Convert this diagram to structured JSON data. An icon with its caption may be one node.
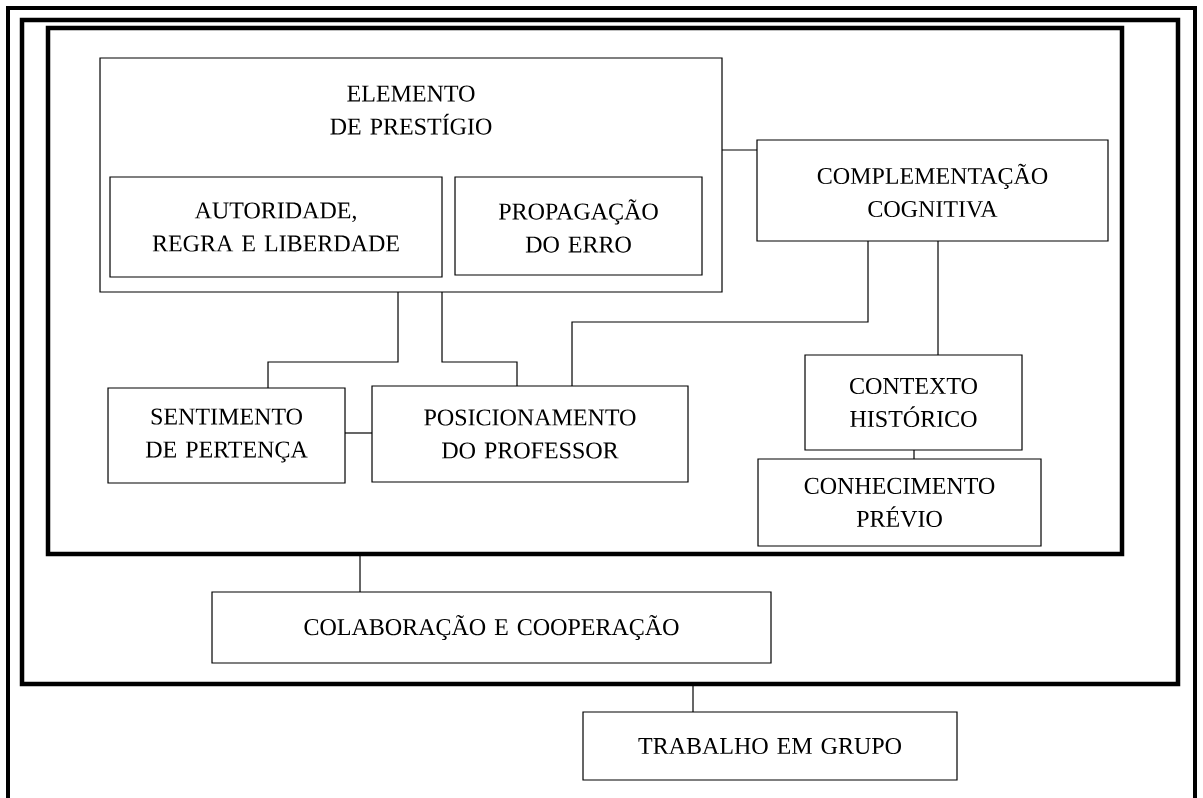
{
  "diagram": {
    "nodes": [
      {
        "text": [],
        "shape": "box"
      },
      {
        "text": [],
        "shape": "box",
        "in": 0
      },
      {
        "text": [
          "ELEMENTO DE PRESTÍGIO"
        ],
        "in": 1
      },
      {
        "text": [
          "AUTORIDADE, REGRA E LIBERDADE"
        ],
        "in": 2
      },
      {
        "text": [
          "PROPAGAÇÃO DO ERRO"
        ],
        "in": 2
      },
      {
        "text": [
          "COMPLEMENTAÇÃO COGNITIVA"
        ],
        "in": 1
      },
      {
        "text": [
          "SENTIMENTO DE PERTENÇA"
        ],
        "in": 1
      },
      {
        "text": [
          "POSICIONAMENTO DO PROFESSOR"
        ],
        "in": 1
      },
      {
        "text": [
          "CONTEXTO HISTÓRICO"
        ],
        "in": 1
      },
      {
        "text": [
          "CONHECIMENTO PRÉVIO"
        ],
        "in": 1
      },
      {
        "text": [
          "COLABORAÇÃO E COOPERAÇÃO"
        ],
        "in": 0
      },
      {
        "text": [
          "TRABALHO EM GRUPO"
        ]
      }
    ],
    "edges": [
      {
        "from": 2,
        "to": 5,
        "arrow": "none"
      },
      {
        "from": 2,
        "to": 6,
        "arrow": "none"
      },
      {
        "from": 2,
        "to": 7,
        "arrow": "none"
      },
      {
        "from": 5,
        "to": 7,
        "arrow": "none"
      },
      {
        "from": 5,
        "to": 8,
        "arrow": "none"
      },
      {
        "from": 6,
        "to": 7,
        "arrow": "none"
      },
      {
        "from": 8,
        "to": 9,
        "arrow": "none"
      },
      {
        "from": 1,
        "to": 10,
        "arrow": "none"
      },
      {
        "from": 0,
        "to": 11,
        "arrow": "none"
      }
    ]
  }
}
